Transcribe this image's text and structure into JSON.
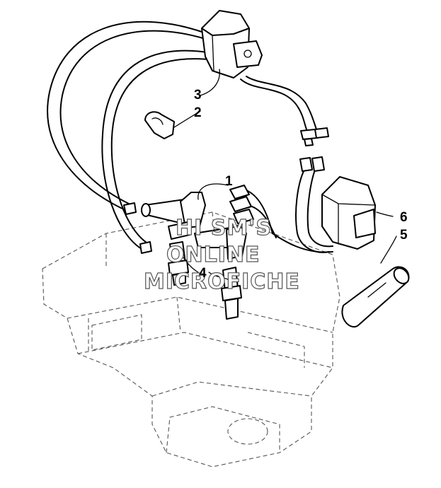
{
  "diagram": {
    "callouts": [
      {
        "id": "callout-1",
        "label": "1"
      },
      {
        "id": "callout-2",
        "label": "2"
      },
      {
        "id": "callout-3",
        "label": "3"
      },
      {
        "id": "callout-4",
        "label": "4"
      },
      {
        "id": "callout-5",
        "label": "5"
      },
      {
        "id": "callout-6",
        "label": "6"
      }
    ],
    "watermark": {
      "line1": "HI SM'S",
      "line2": "ONLINE",
      "line3": "MICROFICHE"
    }
  }
}
